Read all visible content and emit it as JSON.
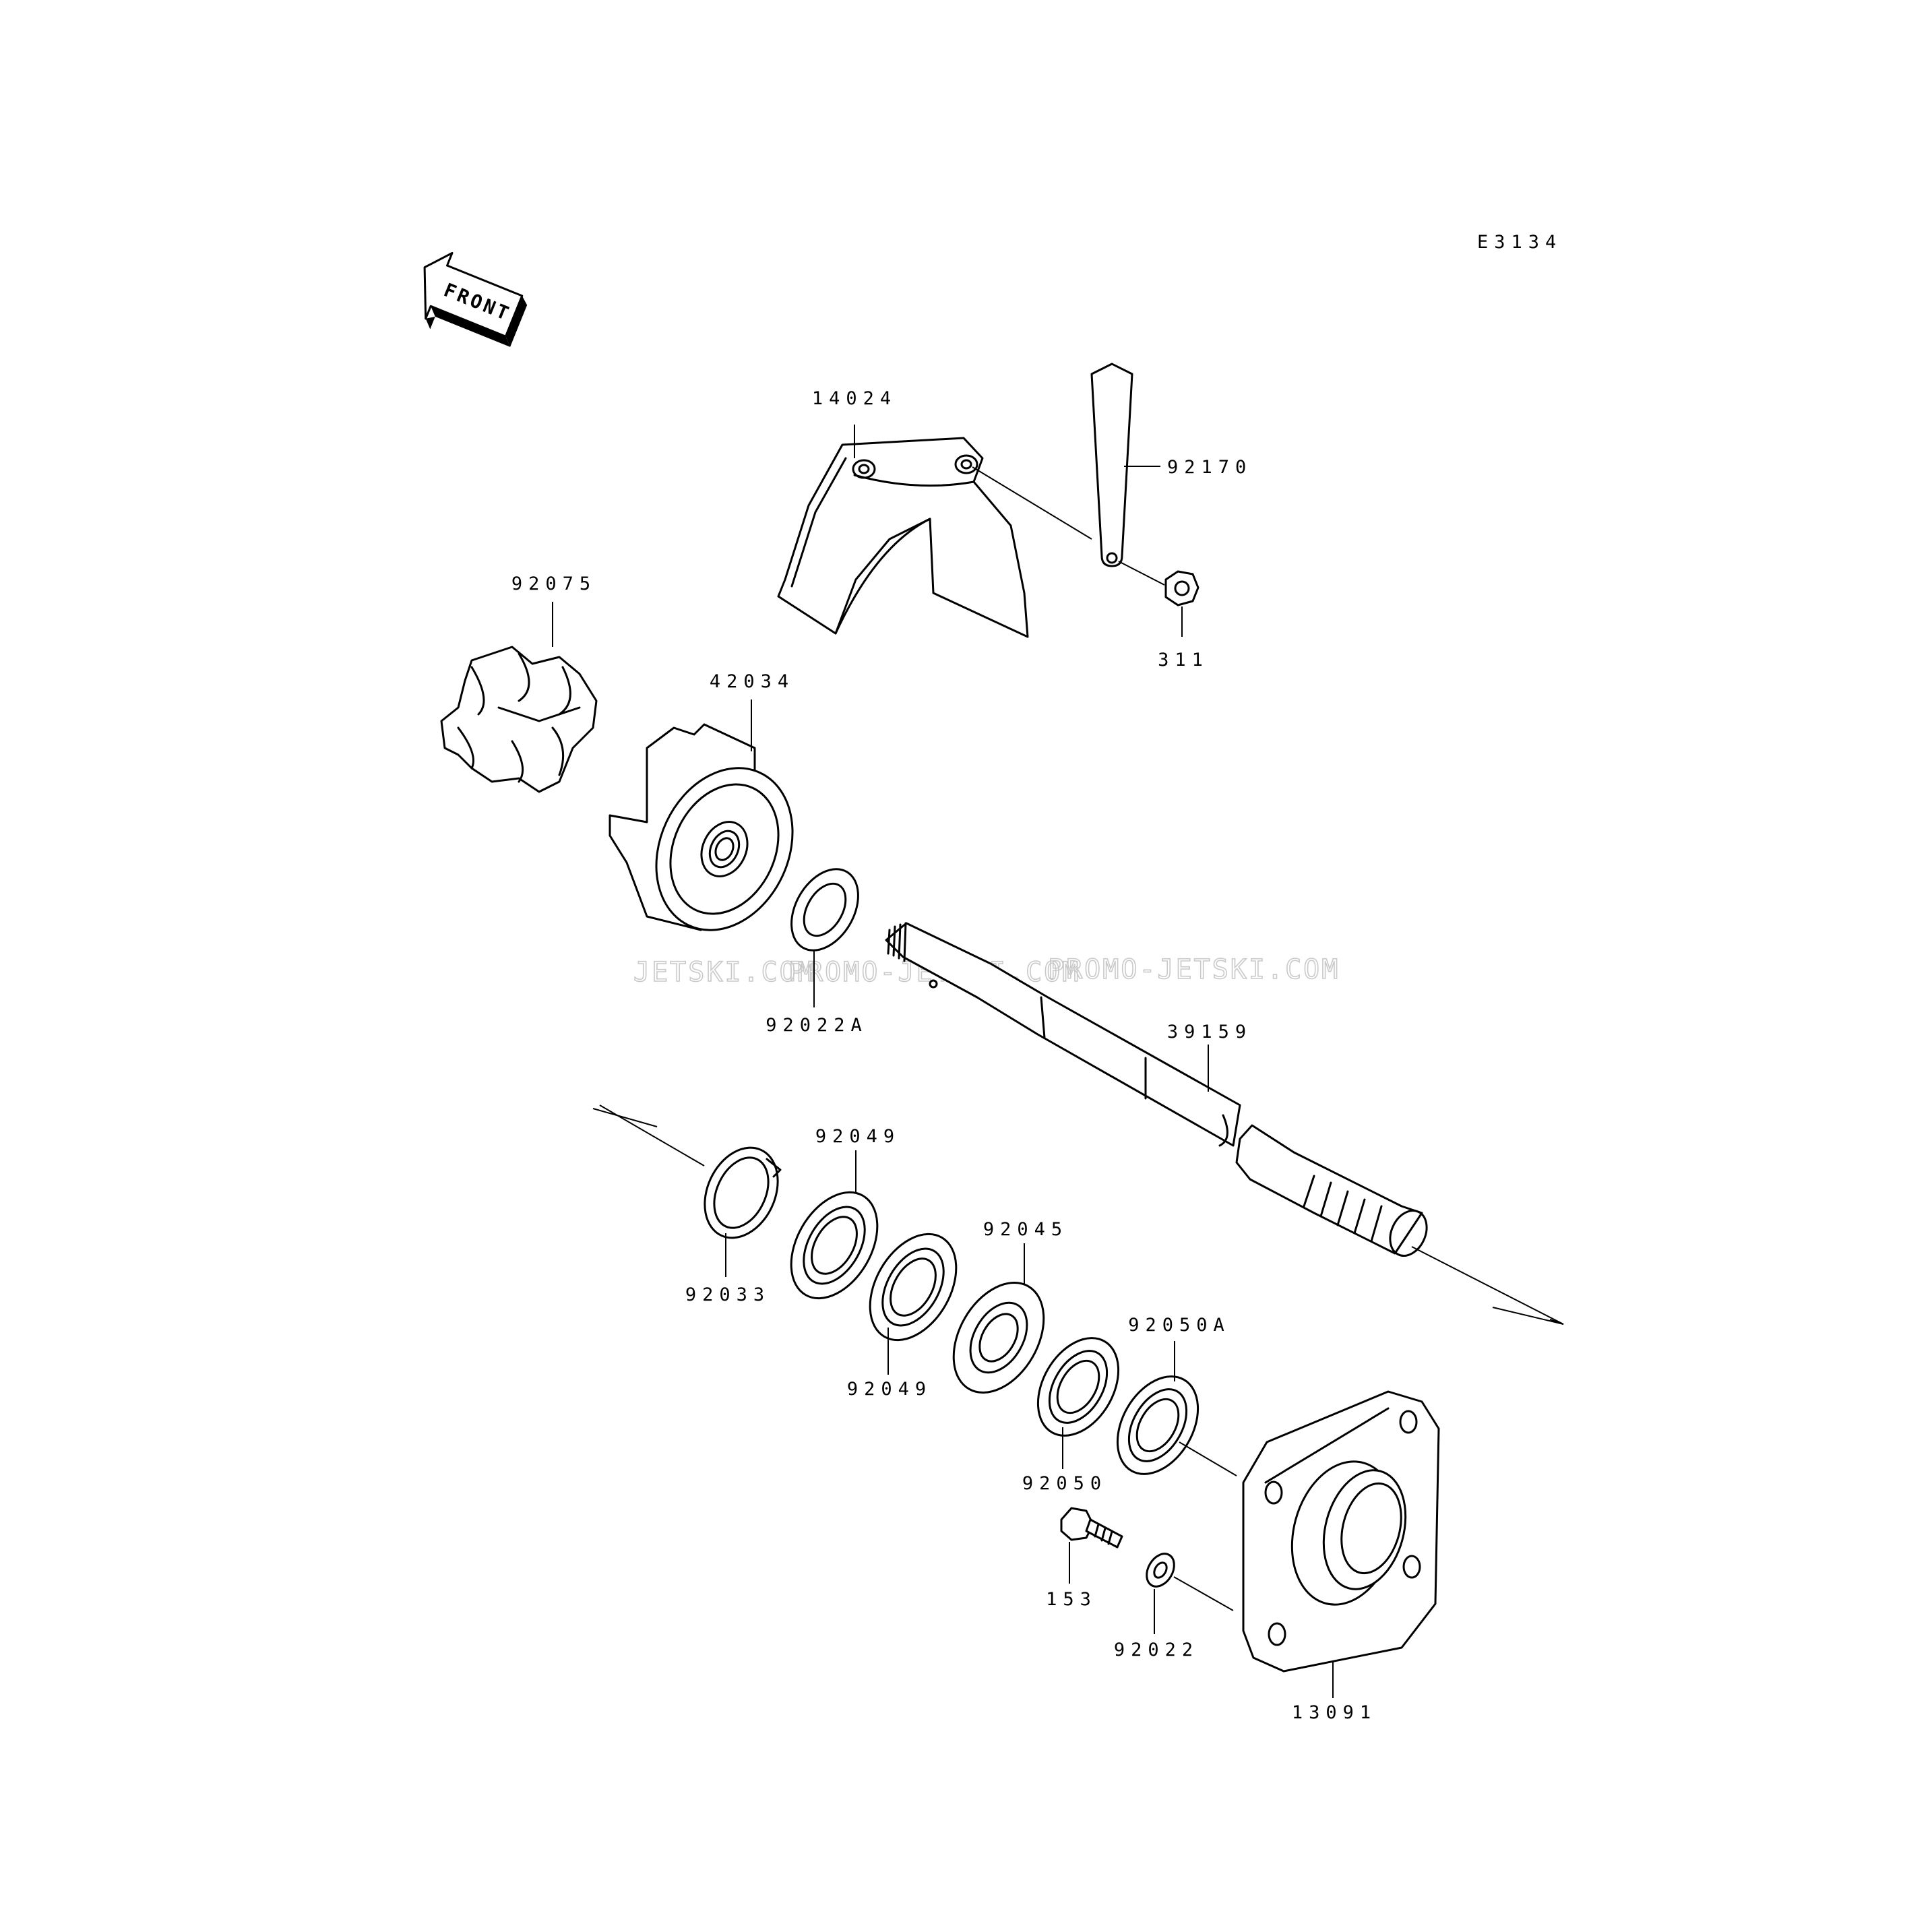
{
  "diagram_code": "E3134",
  "front_label": "FRONT",
  "watermarks": [
    "JETSKI.COM",
    "PROMO-JETSKI.COM",
    "PROMO-JETSKI.COM"
  ],
  "parts": {
    "cover": "14024",
    "strap": "92170",
    "nut": "311",
    "damper": "92075",
    "coupling": "42034",
    "shim": "92022A",
    "drive_shaft": "39159",
    "bearing_a": "92049",
    "bearing_b": "92049",
    "circlip": "92033",
    "bearing_c": "92045",
    "seal_a": "92050A",
    "seal_b": "92050",
    "bolt": "153",
    "washer": "92022",
    "housing": "13091"
  }
}
